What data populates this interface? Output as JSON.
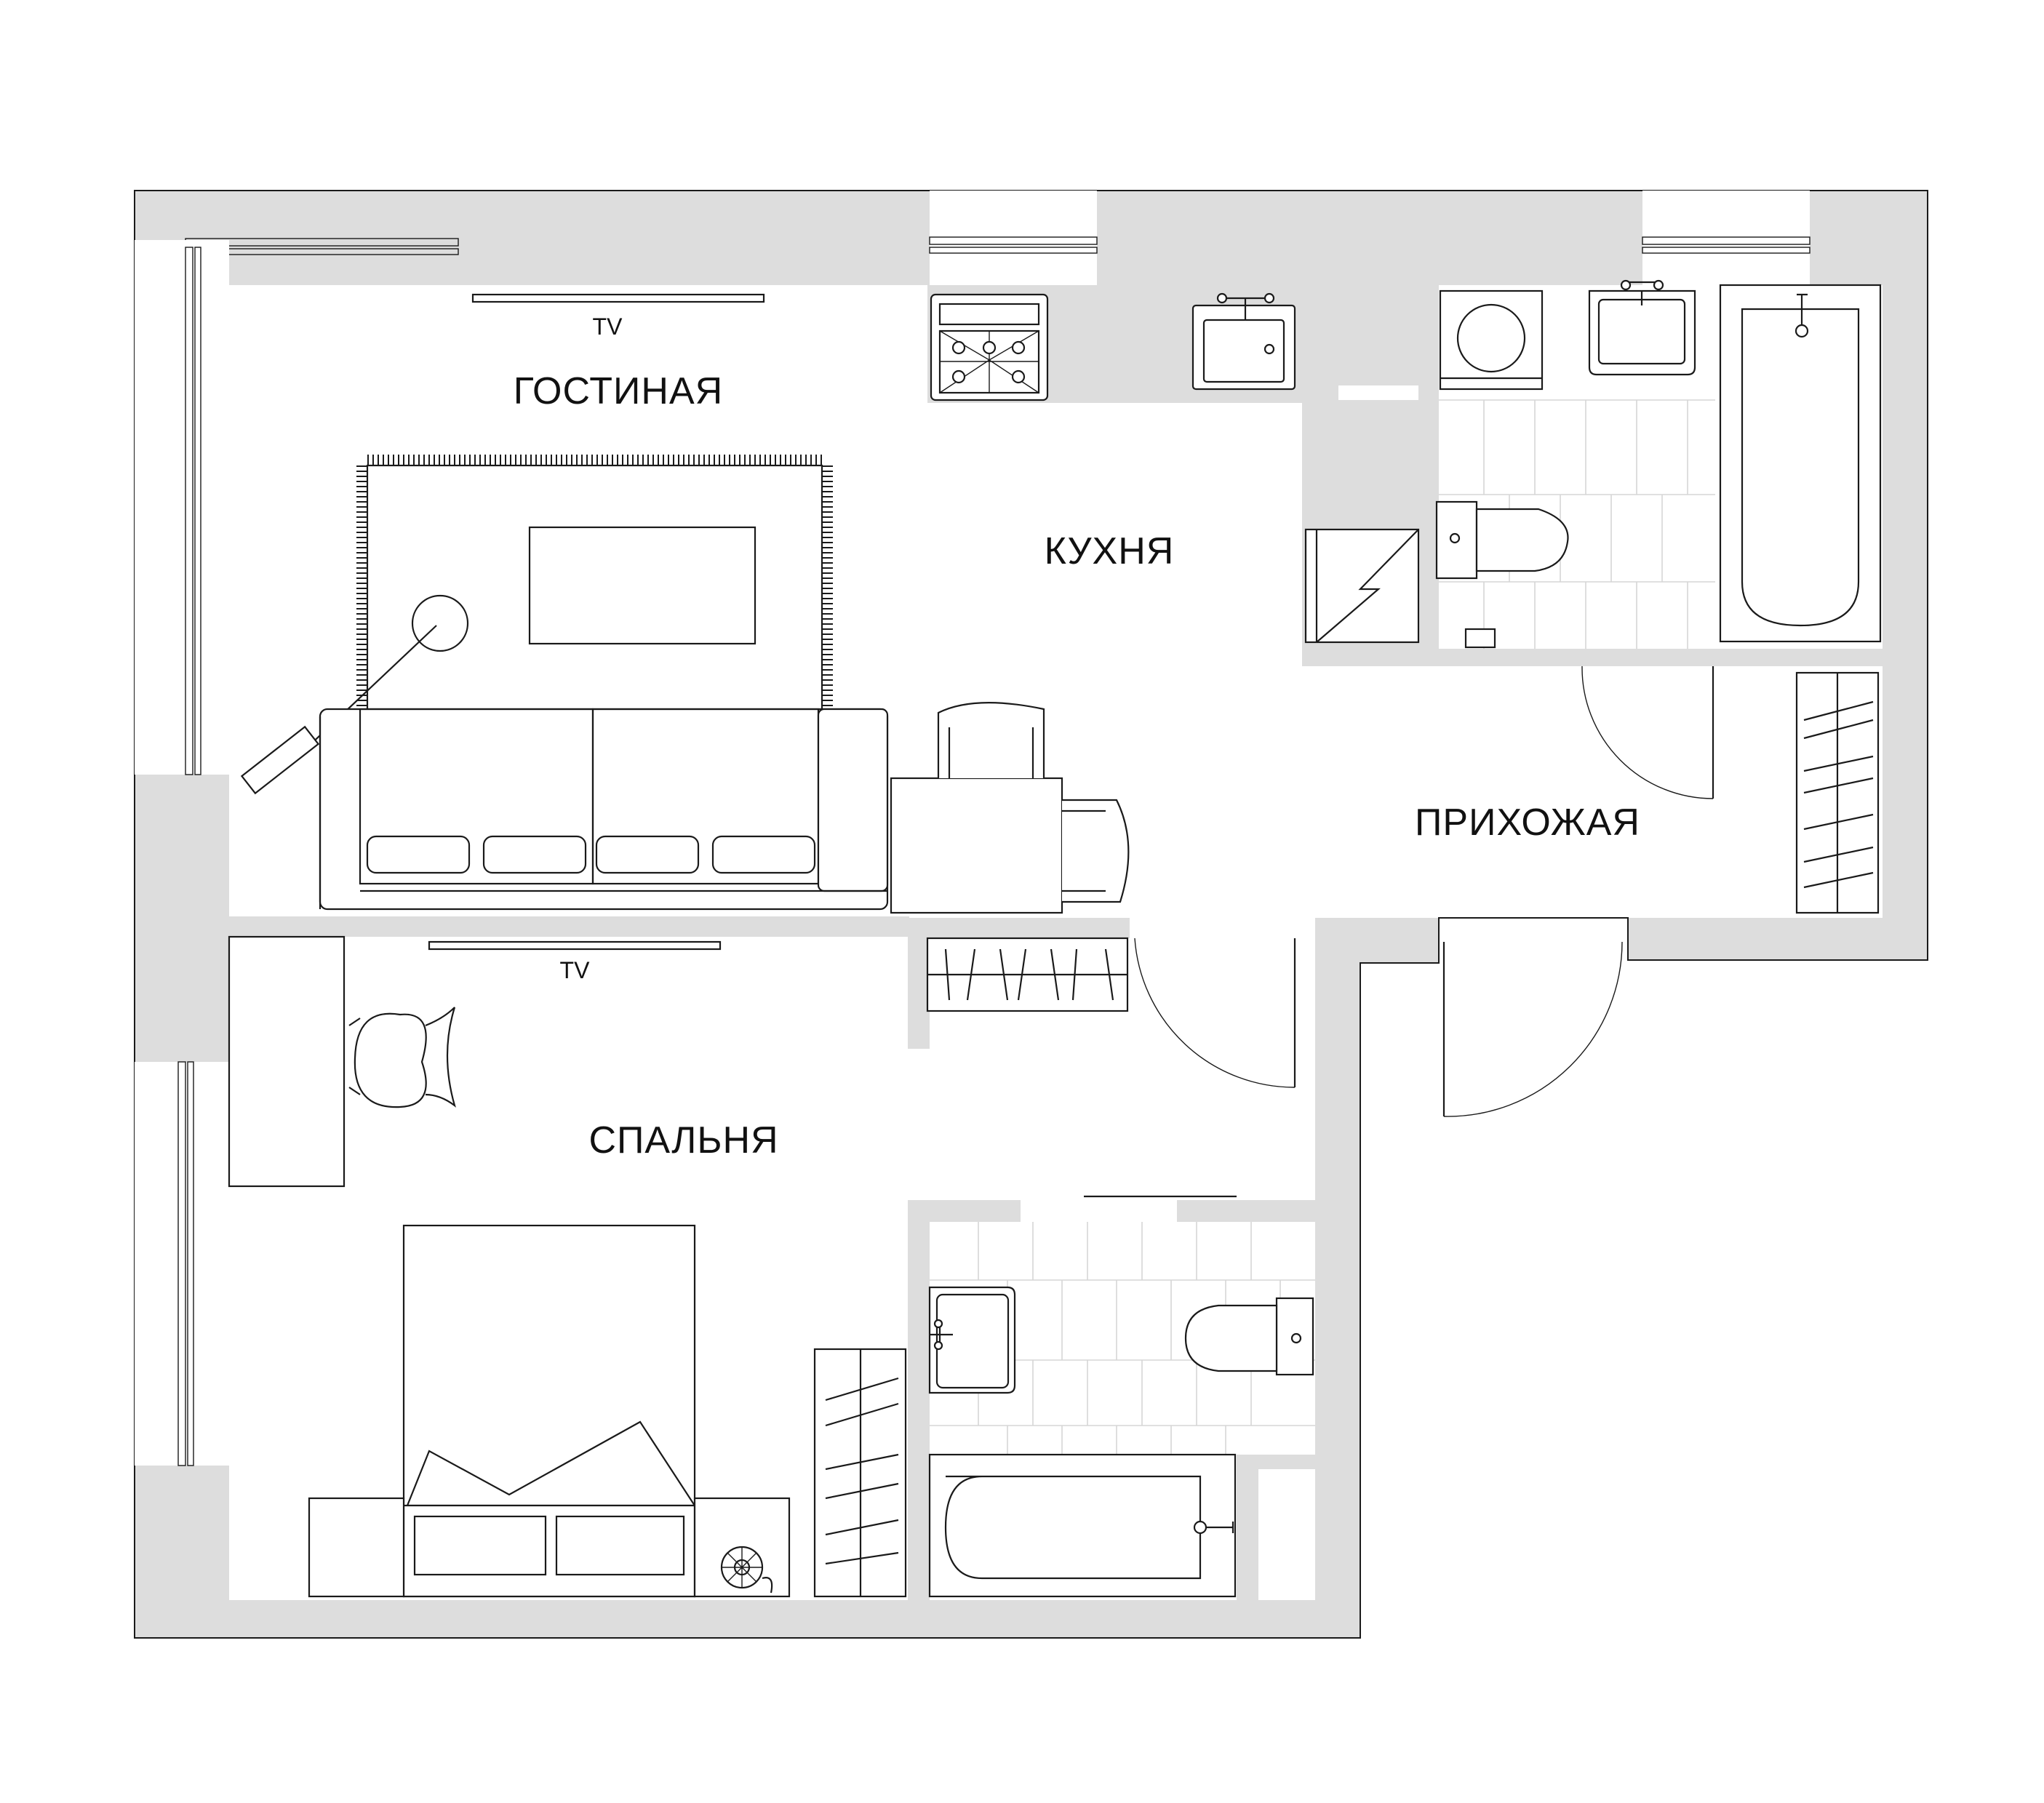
{
  "plan": {
    "rooms": [
      {
        "id": "living",
        "label": "ГОСТИНАЯ"
      },
      {
        "id": "kitchen",
        "label": "КУХНЯ"
      },
      {
        "id": "hall",
        "label": "ПРИХОЖАЯ"
      },
      {
        "id": "bedroom",
        "label": "СПАЛЬНЯ"
      }
    ],
    "tv_labels": [
      "TV",
      "TV"
    ]
  },
  "colors": {
    "wall_fill": "#dddddd",
    "line": "#1a1a1a",
    "tile": "#d6d6d6",
    "background": "#ffffff"
  },
  "icons": [
    "stove-icon",
    "sink-icon",
    "washing-machine-icon",
    "toilet-icon",
    "bathtub-icon",
    "sofa-icon",
    "rug-icon",
    "floor-lamp-icon",
    "chair-icon",
    "wardrobe-icon",
    "bed-icon",
    "fan-icon",
    "door-icon"
  ]
}
